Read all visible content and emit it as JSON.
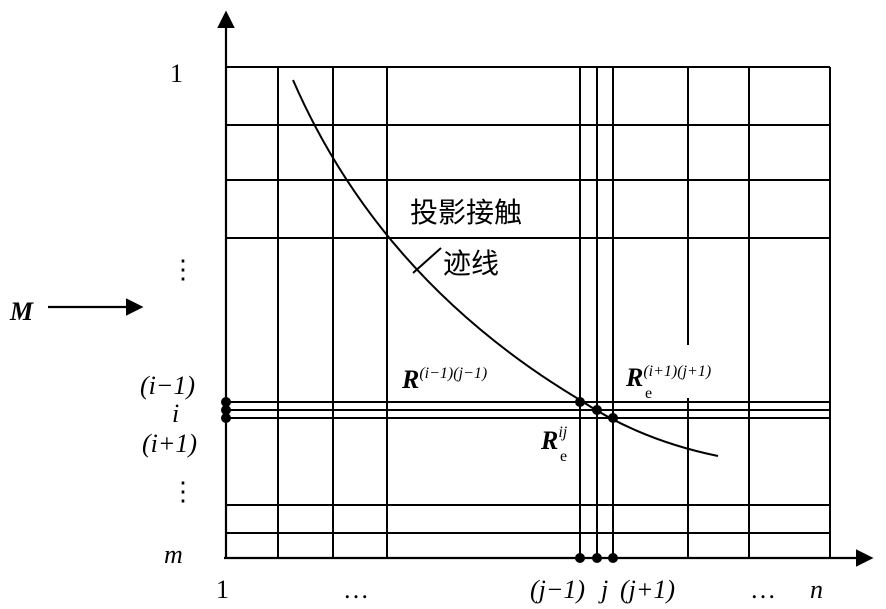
{
  "axes": {
    "y_top": "1",
    "y_dots": "⋮",
    "y_i_minus": "(i−1)",
    "y_i": "i",
    "y_i_plus": "(i+1)",
    "y_dots2": "⋮",
    "y_bottom": "m",
    "x_left": "1",
    "x_dots": "…",
    "x_j_minus": "(j−1)",
    "x_j": "j",
    "x_j_plus": "(j+1)",
    "x_dots2": "…",
    "x_right": "n"
  },
  "motion_label": "M",
  "curve_label_line1": "投影接触",
  "curve_label_line2": "迹线",
  "point_labels": {
    "left": {
      "base": "R",
      "sup": "(i−1)(j−1)"
    },
    "center": {
      "base": "R",
      "sub": "e",
      "sup": "ij"
    },
    "right": {
      "base": "R",
      "sub": "e",
      "sup": "(i+1)(j+1)"
    }
  }
}
